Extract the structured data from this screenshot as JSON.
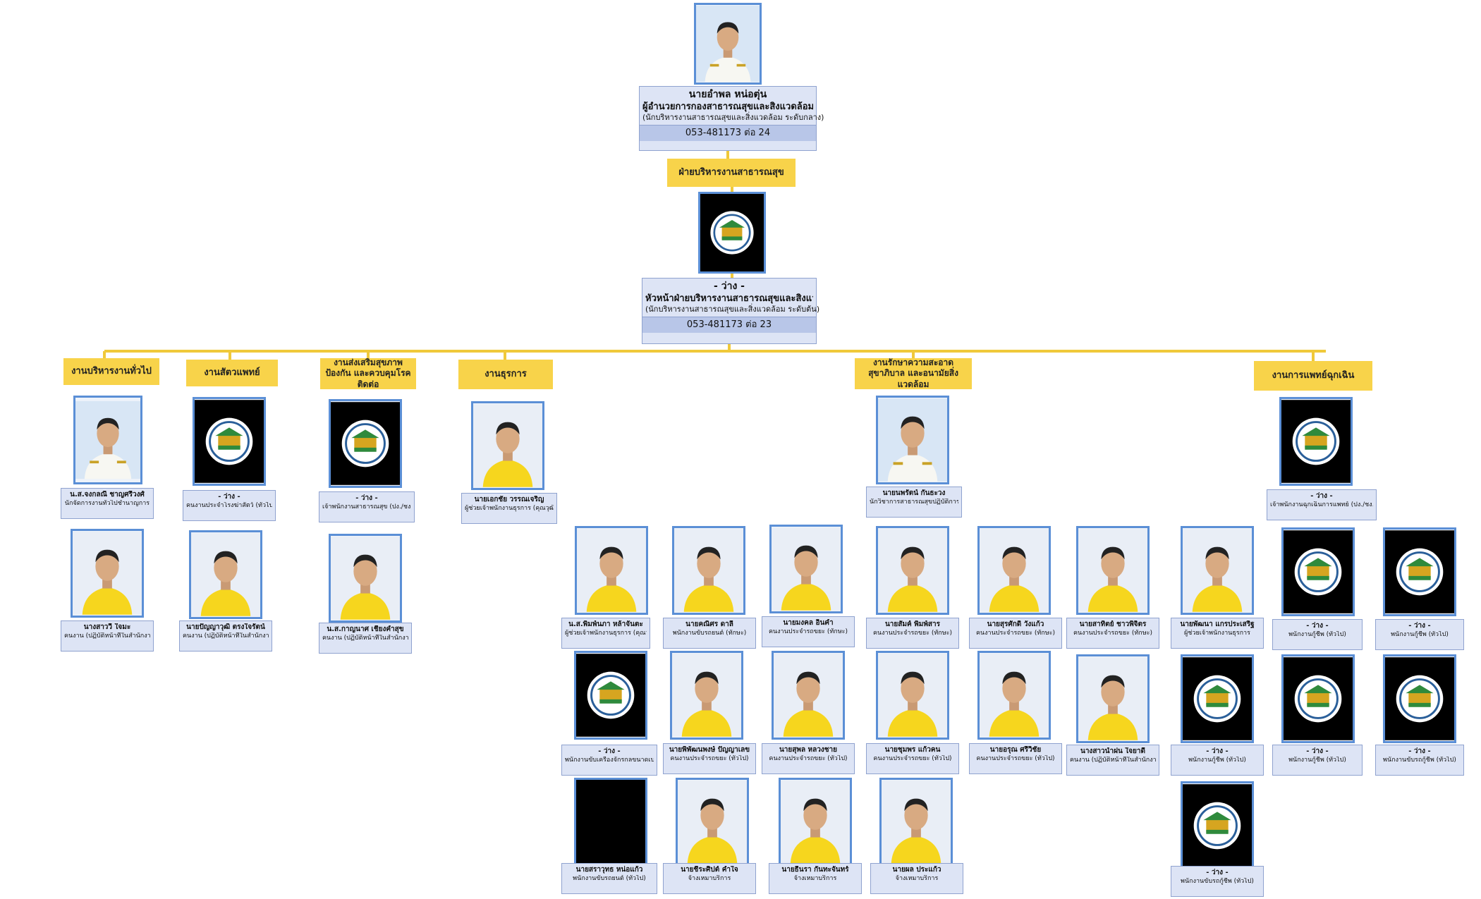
{
  "colors": {
    "line": "#f0c93a",
    "dept": "#f8d34a",
    "label_bg": "#dde4f5",
    "photo_border": "#5b8fd6"
  },
  "director": {
    "name": "นายอำพล หน่อตุ่น",
    "position": "ผู้อำนวยการกองสาธารณสุขและสิ่งแวดล้อม",
    "level": "(นักบริหารงานสาธารณสุขและสิ่งแวดล้อม ระดับกลาง)",
    "phone": "053-481173 ต่อ 24"
  },
  "division": "ฝ่ายบริหารงานสาธารณสุข",
  "division_head": {
    "name": "- ว่าง -",
    "position": "หัวหน้าฝ่ายบริหารงานสาธารณสุขและสิ่งแวดล้อม",
    "level": "(นักบริหารงานสาธารณสุขและสิ่งแวดล้อม ระดับต้น)",
    "phone": "053-481173 ต่อ 23"
  },
  "departments": [
    "งานบริหารงานทั่วไป",
    "งานสัตวแพทย์",
    "งานส่งเสริมสุขภาพ ป้องกัน และควบคุมโรคติดต่อ",
    "งานธุรการ",
    "งานรักษาความสะอาด สุขาภิบาล และอนามัยสิ่งแวดล้อม",
    "งานการแพทย์ฉุกเฉิน"
  ],
  "people": [
    {
      "name": "น.ส.จงกลณี ชาญศรีวงศ์",
      "position": "นักจัดการงานทั่วไปชำนาญการ"
    },
    {
      "name": "นางสาววี ใจมะ",
      "position": "คนงาน (ปฏิบัติหน้าที่ในสำนักงาน)"
    },
    {
      "name": "- ว่าง -",
      "position": "คนงานประจำโรงฆ่าสัตว์ (ทั่วไป)"
    },
    {
      "name": "นายปัญญาวุฒิ ตรงใจรัตน์",
      "position": "คนงาน (ปฏิบัติหน้าที่ในสำนักงาน)"
    },
    {
      "name": "- ว่าง -",
      "position": "เจ้าพนักงานสาธารณสุข (ปง./ชง.)"
    },
    {
      "name": "น.ส.กาญนาศ เชียงคำสุข",
      "position": "คนงาน (ปฏิบัติหน้าที่ในสำนักงาน)"
    },
    {
      "name": "นายเอกชัย วรรณเจริญ",
      "position": "ผู้ช่วยเจ้าพนักงานธุรการ (คุณวุฒิ)"
    },
    {
      "name": "นายนพรัตน์ กันธะวง",
      "position": "นักวิชาการสาธารณสุขปฏิบัติการ"
    },
    {
      "name": "- ว่าง -",
      "position": "เจ้าพนักงานฉุกเฉินการแพทย์ (ปง./ชง.)"
    },
    {
      "name": "น.ส.พิมพ์นภา หล้าจันตะ",
      "position": "ผู้ช่วยเจ้าพนักงานธุรการ (คุณวุฒิ)"
    },
    {
      "name": "นายคณิศร ดาลี",
      "position": "พนักงานขับรถยนต์ (ทักษะ)"
    },
    {
      "name": "นายมงคล อิ่นคำ",
      "position": "คนงานประจำรถขยะ (ทักษะ)"
    },
    {
      "name": "นายสัมค์ พิมพ์สาร",
      "position": "คนงานประจำรถขยะ (ทักษะ)"
    },
    {
      "name": "นายสุรศักดิ์ วังแก้ว",
      "position": "คนงานประจำรถขยะ (ทักษะ)"
    },
    {
      "name": "นายสาทิตย์ ชาวพิจิตร",
      "position": "คนงานประจำรถขยะ (ทักษะ)"
    },
    {
      "name": "นายพัฒนา แกรประเสริฐ",
      "position": "ผู้ช่วยเจ้าพนักงานธุรการ"
    },
    {
      "name": "- ว่าง -",
      "position": "พนักงานกู้ชีพ (ทั่วไป)"
    },
    {
      "name": "- ว่าง -",
      "position": "พนักงานกู้ชีพ (ทั่วไป)"
    },
    {
      "name": "- ว่าง -",
      "position": "พนักงานขับเครื่องจักรกลขนาดเบา (ทักษะ)"
    },
    {
      "name": "นายพิพัฒนพงษ์ ปัญญาเลข",
      "position": "คนงานประจำรถขยะ (ทั่วไป)"
    },
    {
      "name": "นายสุพล หลวงชาย",
      "position": "คนงานประจำรถขยะ (ทั่วไป)"
    },
    {
      "name": "นายชุมพร แก้วคน",
      "position": "คนงานประจำรถขยะ (ทั่วไป)"
    },
    {
      "name": "นายอรุณ ศรีวิชัย",
      "position": "คนงานประจำรถขยะ (ทั่วไป)"
    },
    {
      "name": "นางสาวน้ำฝน ใจยาดี",
      "position": "คนงาน (ปฏิบัติหน้าที่ในสำนักงาน)"
    },
    {
      "name": "- ว่าง -",
      "position": "พนักงานกู้ชีพ (ทั่วไป)"
    },
    {
      "name": "- ว่าง -",
      "position": "พนักงานกู้ชีพ (ทั่วไป)"
    },
    {
      "name": "- ว่าง -",
      "position": "พนักงานขับรถกู้ชีพ (ทั่วไป)"
    },
    {
      "name": "นายสราวุทธ หน่อแก้ว",
      "position": "พนักงานขับรถยนต์ (ทั่วไป)"
    },
    {
      "name": "นายชีระศิปต์ คำใจ",
      "position": "จ้างเหมาบริการ"
    },
    {
      "name": "นายธีนรา กันทะจันทร์",
      "position": "จ้างเหมาบริการ"
    },
    {
      "name": "นายผล ประแก้ว",
      "position": "จ้างเหมาบริการ"
    },
    {
      "name": "- ว่าง -",
      "position": "พนักงานขับรถกู้ชีพ (ทั่วไป)"
    }
  ]
}
